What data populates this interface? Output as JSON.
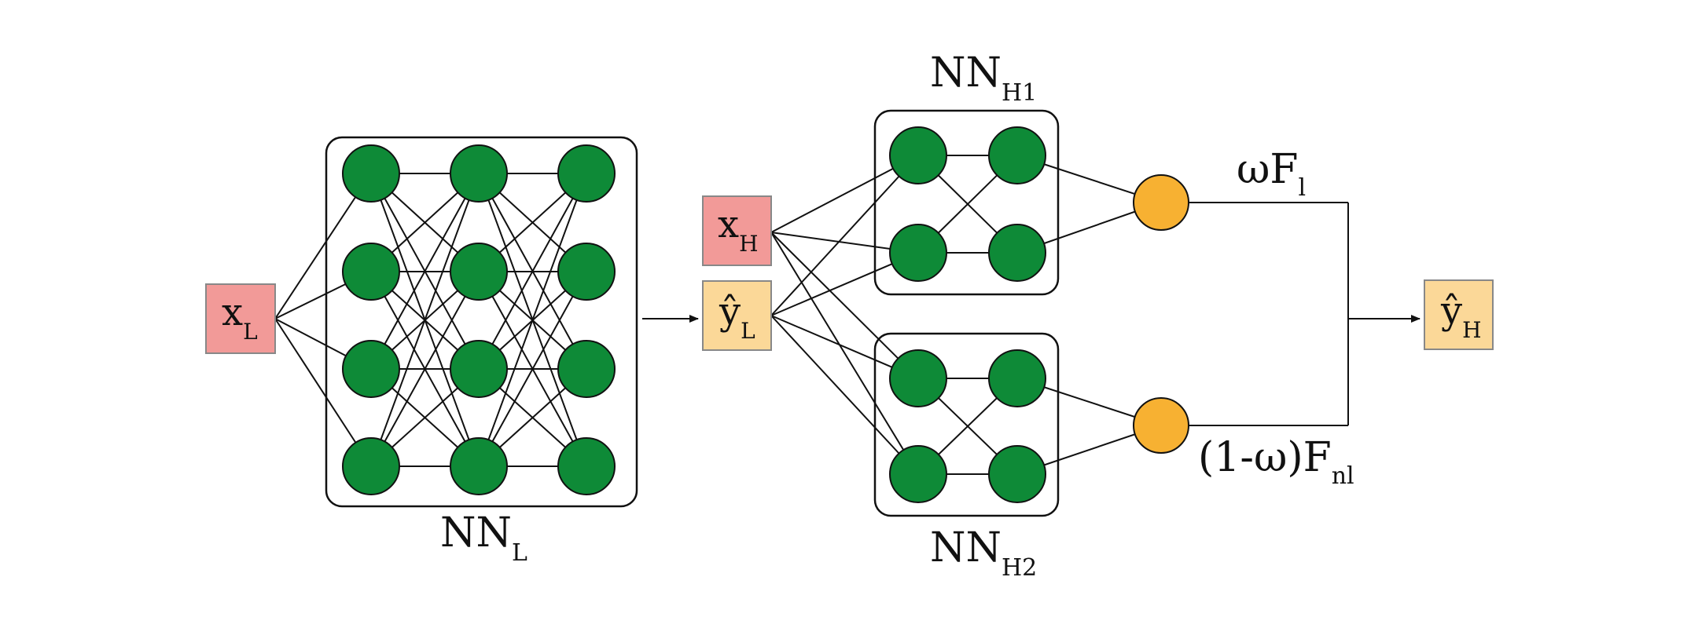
{
  "colors": {
    "input_box_fill": "#f29a98",
    "output_box_fill": "#fbd898",
    "hidden_neuron_fill": "#0e8a37",
    "merge_neuron_fill": "#f7b132",
    "stroke": "#111111"
  },
  "labels": {
    "x_L": {
      "main": "x",
      "sub": "L"
    },
    "x_H": {
      "main": "x",
      "sub": "H"
    },
    "y_L": {
      "main": "ŷ",
      "sub": "L"
    },
    "y_H": {
      "main": "ŷ",
      "sub": "H"
    },
    "nn_L": {
      "main": "NN",
      "sub": "L"
    },
    "nn_H1": {
      "main": "NN",
      "sub": "H1"
    },
    "nn_H2": {
      "main": "NN",
      "sub": "H2"
    },
    "linear_term": {
      "main": "ωF",
      "sub": "l"
    },
    "nonlinear_term": {
      "main": "(1-ω)F",
      "sub": "nl"
    }
  },
  "networks": {
    "nn_L": {
      "layers": 3,
      "neurons_per_layer": 4
    },
    "nn_H1": {
      "layers": 2,
      "neurons_per_layer": 2
    },
    "nn_H2": {
      "layers": 2,
      "neurons_per_layer": 2
    }
  }
}
